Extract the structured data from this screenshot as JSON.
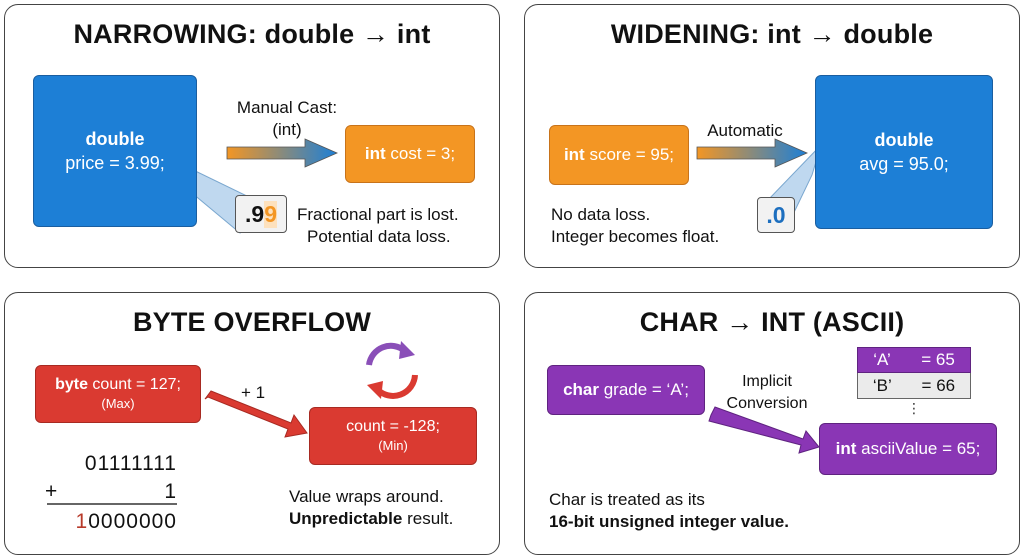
{
  "narrowing": {
    "title": "NARROWING: double → int",
    "double_type": "double",
    "double_value": "price = 3.99;",
    "cast_label_1": "Manual Cast:",
    "cast_label_2": "(int)",
    "int_type": "int",
    "int_value": " cost = 3;",
    "digit_dot": ".9",
    "digit_lost": "9",
    "note_1": "Fractional part is lost.",
    "note_2": "Potential data loss."
  },
  "widening": {
    "title": "WIDENING: int → double",
    "int_type": "int",
    "int_value": " score = 95;",
    "arrow_label": "Automatic",
    "double_type": "double",
    "double_value": "avg = 95.0;",
    "digit": ".0",
    "note_1": "No data loss.",
    "note_2": "Integer becomes float."
  },
  "overflow": {
    "title": "BYTE OVERFLOW",
    "byte_type": "byte",
    "byte_value": " count = 127;",
    "byte_sub": "(Max)",
    "plus_label": "+ 1",
    "result_value": "count = -128;",
    "result_sub": "(Min)",
    "bin_1": "01111111",
    "bin_plus": "+",
    "bin_2": "1",
    "bin_result_first": "1",
    "bin_result_rest": "0000000",
    "note_1": "Value wraps around.",
    "note_2_bold": "Unpredictable",
    "note_2_rest": " result."
  },
  "char": {
    "title": "CHAR → INT (ASCII)",
    "char_type": "char",
    "char_value": " grade = ‘A’;",
    "arrow_label_1": "Implicit",
    "arrow_label_2": "Conversion",
    "table": [
      {
        "char": "‘A’",
        "eq": "= 65"
      },
      {
        "char": "‘B’",
        "eq": "= 66"
      }
    ],
    "ellipsis": "⋮",
    "int_type": "int",
    "int_value": " asciiValue = 65;",
    "note_1": "Char is treated as its",
    "note_2": "16-bit unsigned integer value."
  },
  "colors": {
    "blue": "#1d7fd6",
    "orange": "#f39624",
    "red": "#da3a31",
    "purple": "#8a36b5"
  }
}
